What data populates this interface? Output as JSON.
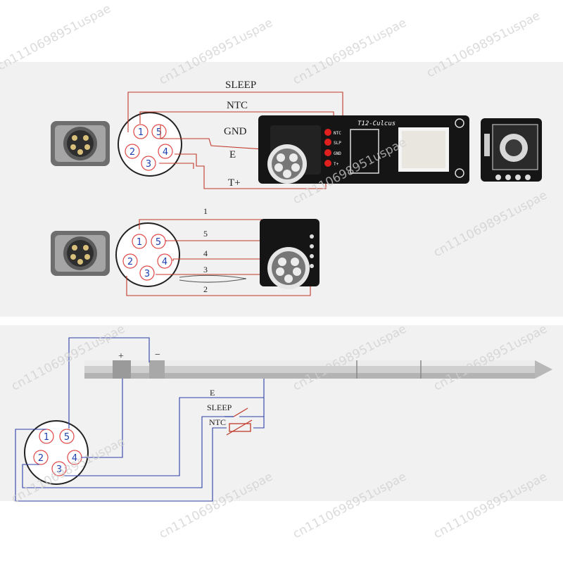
{
  "diagram": {
    "top_labels": [
      "SLEEP",
      "NTC",
      "GND",
      "E",
      "T+"
    ],
    "pin_numbers": [
      "1",
      "2",
      "3",
      "4",
      "5"
    ],
    "middle_labels": [
      "1",
      "5",
      "4",
      "3",
      "2"
    ],
    "board_title": "T12-Culcus",
    "board_pads": [
      "NTC",
      "SLP",
      "GND",
      "T+"
    ],
    "tip_polarity": [
      "+",
      "−"
    ],
    "bottom_labels": [
      "E",
      "SLEEP",
      "NTC"
    ],
    "watermark": "cn1110698951uspae"
  },
  "colors": {
    "wire_red": "#c0392b",
    "wire_blue": "#2b3fa8",
    "pcb": "#151515",
    "pad_red": "#e0201f",
    "band": "#f1f1f1"
  }
}
